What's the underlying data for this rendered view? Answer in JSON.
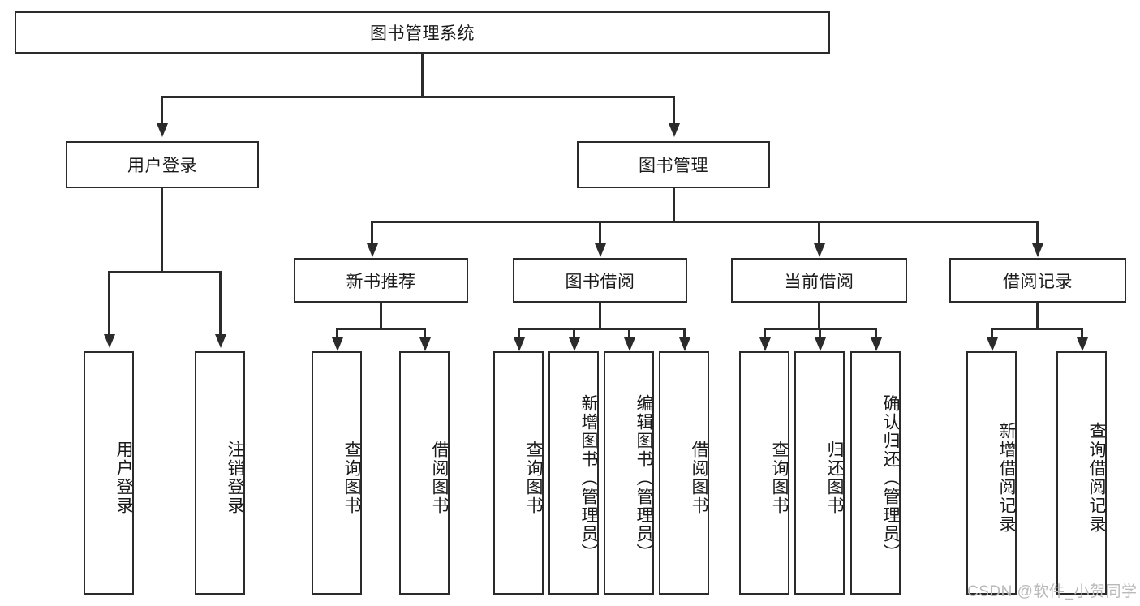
{
  "diagram": {
    "title": "图书管理系统",
    "type": "hierarchy-tree",
    "root": {
      "id": "root",
      "label": "图书管理系统"
    },
    "level1": [
      {
        "id": "user-login",
        "label": "用户登录"
      },
      {
        "id": "book-manage",
        "label": "图书管理"
      }
    ],
    "level2": [
      {
        "id": "new-book-rec",
        "label": "新书推荐",
        "parent": "book-manage"
      },
      {
        "id": "book-borrow",
        "label": "图书借阅",
        "parent": "book-manage"
      },
      {
        "id": "current-borrow",
        "label": "当前借阅",
        "parent": "book-manage"
      },
      {
        "id": "borrow-record",
        "label": "借阅记录",
        "parent": "book-manage"
      }
    ],
    "leaves": {
      "user-login": [
        {
          "id": "leaf-user-login",
          "label": "用户登录"
        },
        {
          "id": "leaf-user-logout",
          "label": "注销登录"
        }
      ],
      "new-book-rec": [
        {
          "id": "leaf-query-book-1",
          "label": "查询图书"
        },
        {
          "id": "leaf-borrow-book-1",
          "label": "借阅图书"
        }
      ],
      "book-borrow": [
        {
          "id": "leaf-query-book-2",
          "label": "查询图书"
        },
        {
          "id": "leaf-add-book",
          "label": "新增图书（管理员）"
        },
        {
          "id": "leaf-edit-book",
          "label": "编辑图书（管理员）"
        },
        {
          "id": "leaf-borrow-book-2",
          "label": "借阅图书"
        }
      ],
      "current-borrow": [
        {
          "id": "leaf-query-book-3",
          "label": "查询图书"
        },
        {
          "id": "leaf-return-book",
          "label": "归还图书"
        },
        {
          "id": "leaf-confirm-return",
          "label": "确认归还（管理员）"
        }
      ],
      "borrow-record": [
        {
          "id": "leaf-add-record",
          "label": "新增借阅记录"
        },
        {
          "id": "leaf-query-record",
          "label": "查询借阅记录"
        }
      ]
    }
  },
  "watermark": {
    "text": "CSDN @软件_小贺同学"
  },
  "colors": {
    "stroke": "#2b2b2b",
    "fill": "#ffffff",
    "text": "#1a1a1a",
    "watermark": "#b9b9b9"
  }
}
